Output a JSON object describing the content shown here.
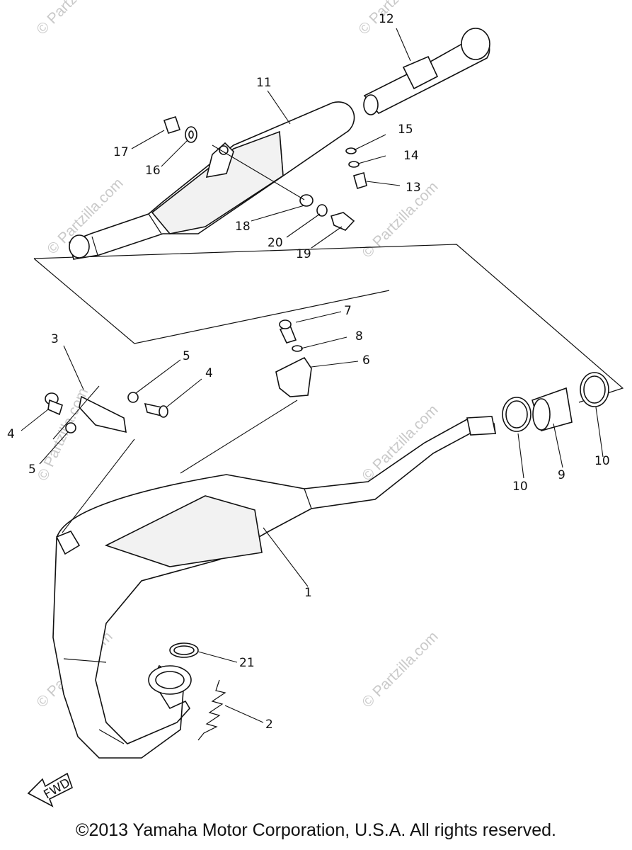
{
  "watermark": "© Partzilla.com",
  "fwd_label": "FWD",
  "copyright": "©2013  Yamaha Motor Corporation, U.S.A. All rights reserved.",
  "callouts": {
    "c1": "1",
    "c2": "2",
    "c3": "3",
    "c4a": "4",
    "c4b": "4",
    "c5a": "5",
    "c5b": "5",
    "c6": "6",
    "c7": "7",
    "c8": "8",
    "c9": "9",
    "c10a": "10",
    "c10b": "10",
    "c11": "11",
    "c12": "12",
    "c13": "13",
    "c14": "14",
    "c15": "15",
    "c16": "16",
    "c17": "17",
    "c18": "18",
    "c19": "19",
    "c20": "20",
    "c21": "21"
  }
}
